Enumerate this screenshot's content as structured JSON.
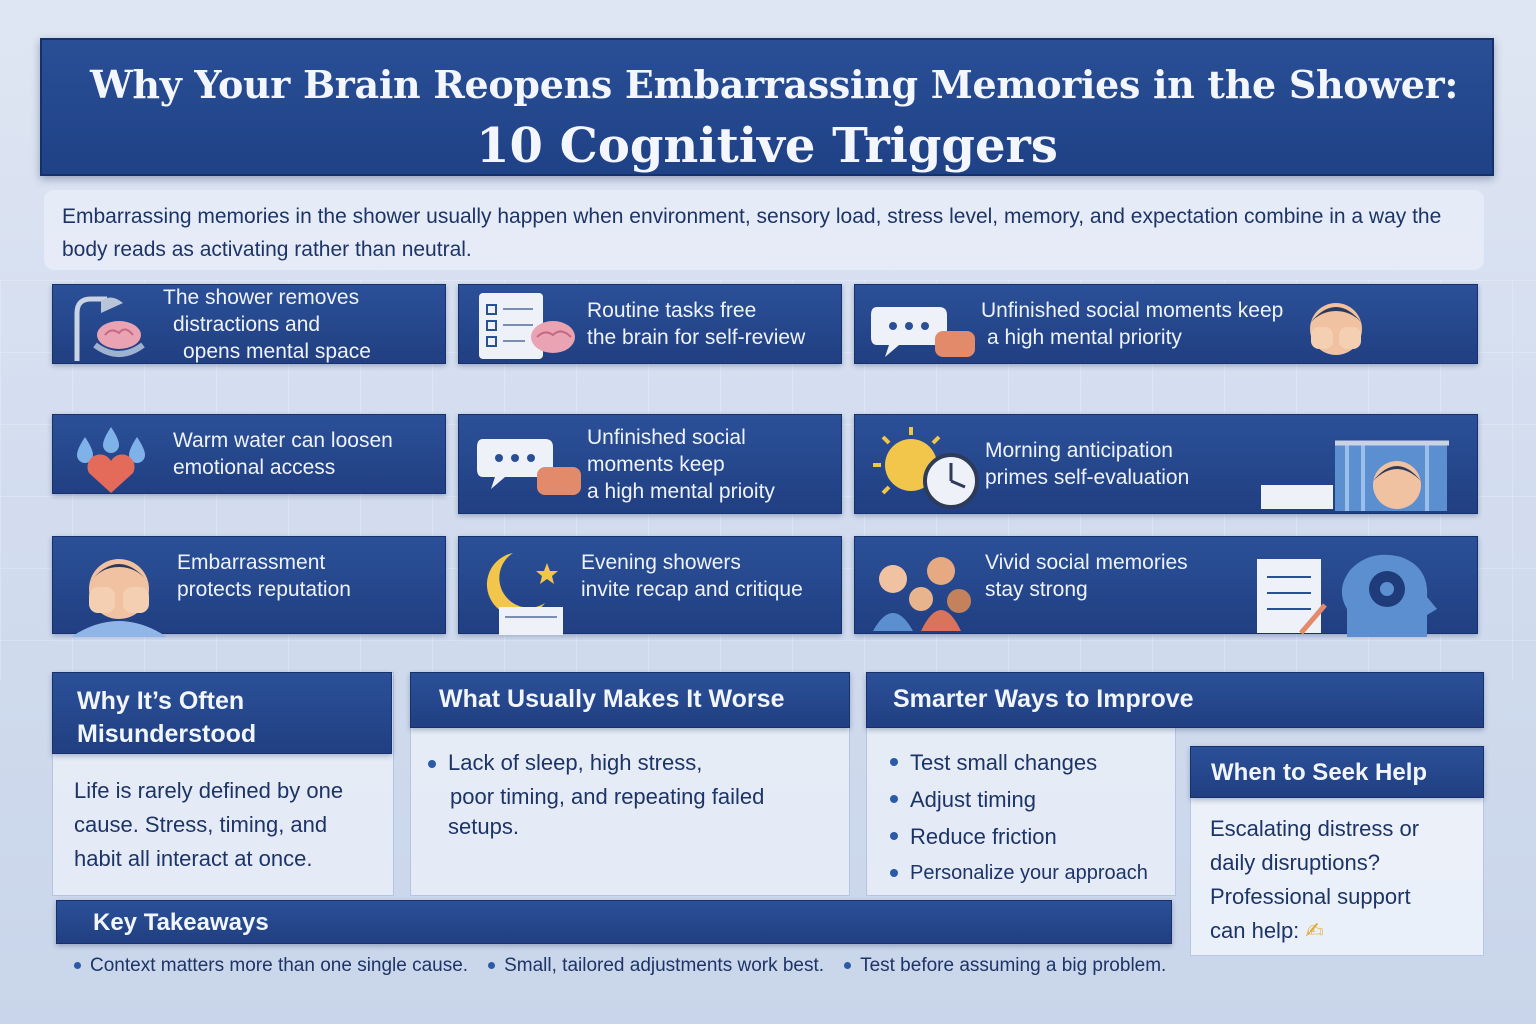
{
  "title": {
    "line1": "Why Your Brain Reopens Embarrassing Memories in the Shower:",
    "line2": "10 Cognitive Triggers"
  },
  "intro": "Embarrassing memories in the shower usually happen when environment, sensory load, stress level, memory, and expectation combine in a way the body reads as activating rather than neutral.",
  "cards": [
    {
      "lines": [
        "The shower removes",
        "distractions and",
        "opens mental space"
      ],
      "icon": "shower-brain-icon"
    },
    {
      "lines": [
        "Routine tasks free",
        "the brain for self-review"
      ],
      "icon": "checklist-brain-icon"
    },
    {
      "lines": [
        "Unfinished social moments keep",
        "a high mental priority"
      ],
      "icon": "speech-bubbles-icon"
    },
    {
      "lines": [
        "Warm water can loosen",
        "emotional access"
      ],
      "icon": "water-drops-heart-icon"
    },
    {
      "lines": [
        "Unfinished social",
        "moments keep",
        "a high mental prioity"
      ],
      "icon": "speech-bubbles-icon"
    },
    {
      "lines": [
        "Morning anticipation",
        "primes self-evaluation"
      ],
      "icon": "sun-clock-icon"
    },
    {
      "lines": [
        "Embarrassment",
        "protects reputation"
      ],
      "icon": "face-covering-icon"
    },
    {
      "lines": [
        "Evening showers",
        "invite recap and critique"
      ],
      "icon": "moon-calendar-icon"
    },
    {
      "lines": [
        "Vivid social memories",
        "stay strong"
      ],
      "icon": "people-group-icon"
    }
  ],
  "sections": {
    "misunderstood": {
      "heading": [
        "Why It’s Often",
        "Misunderstood"
      ],
      "body": [
        "Life is rarely defined by one",
        "cause. Stress, timing, and",
        "habit all interact at once."
      ]
    },
    "worse": {
      "heading": "What Usually Makes It Worse",
      "bullet_lines": [
        "Lack of sleep, high stress,",
        "poor timing, and repeating failed",
        "setups."
      ]
    },
    "improve": {
      "heading": "Smarter Ways to Improve",
      "bullets": [
        "Test small changes",
        "Adjust timing",
        "Reduce friction",
        "Personalize your approach"
      ]
    },
    "help": {
      "heading": "When to Seek Help",
      "body": [
        "Escalating distress or",
        "daily disruptions?",
        "Professional support",
        "can help:"
      ]
    },
    "takeaways": {
      "heading": "Key Takeaways",
      "items": [
        "Context matters more than one single cause.",
        "Small, tailored adjustments work best.",
        "Test before assuming a big problem."
      ]
    }
  }
}
